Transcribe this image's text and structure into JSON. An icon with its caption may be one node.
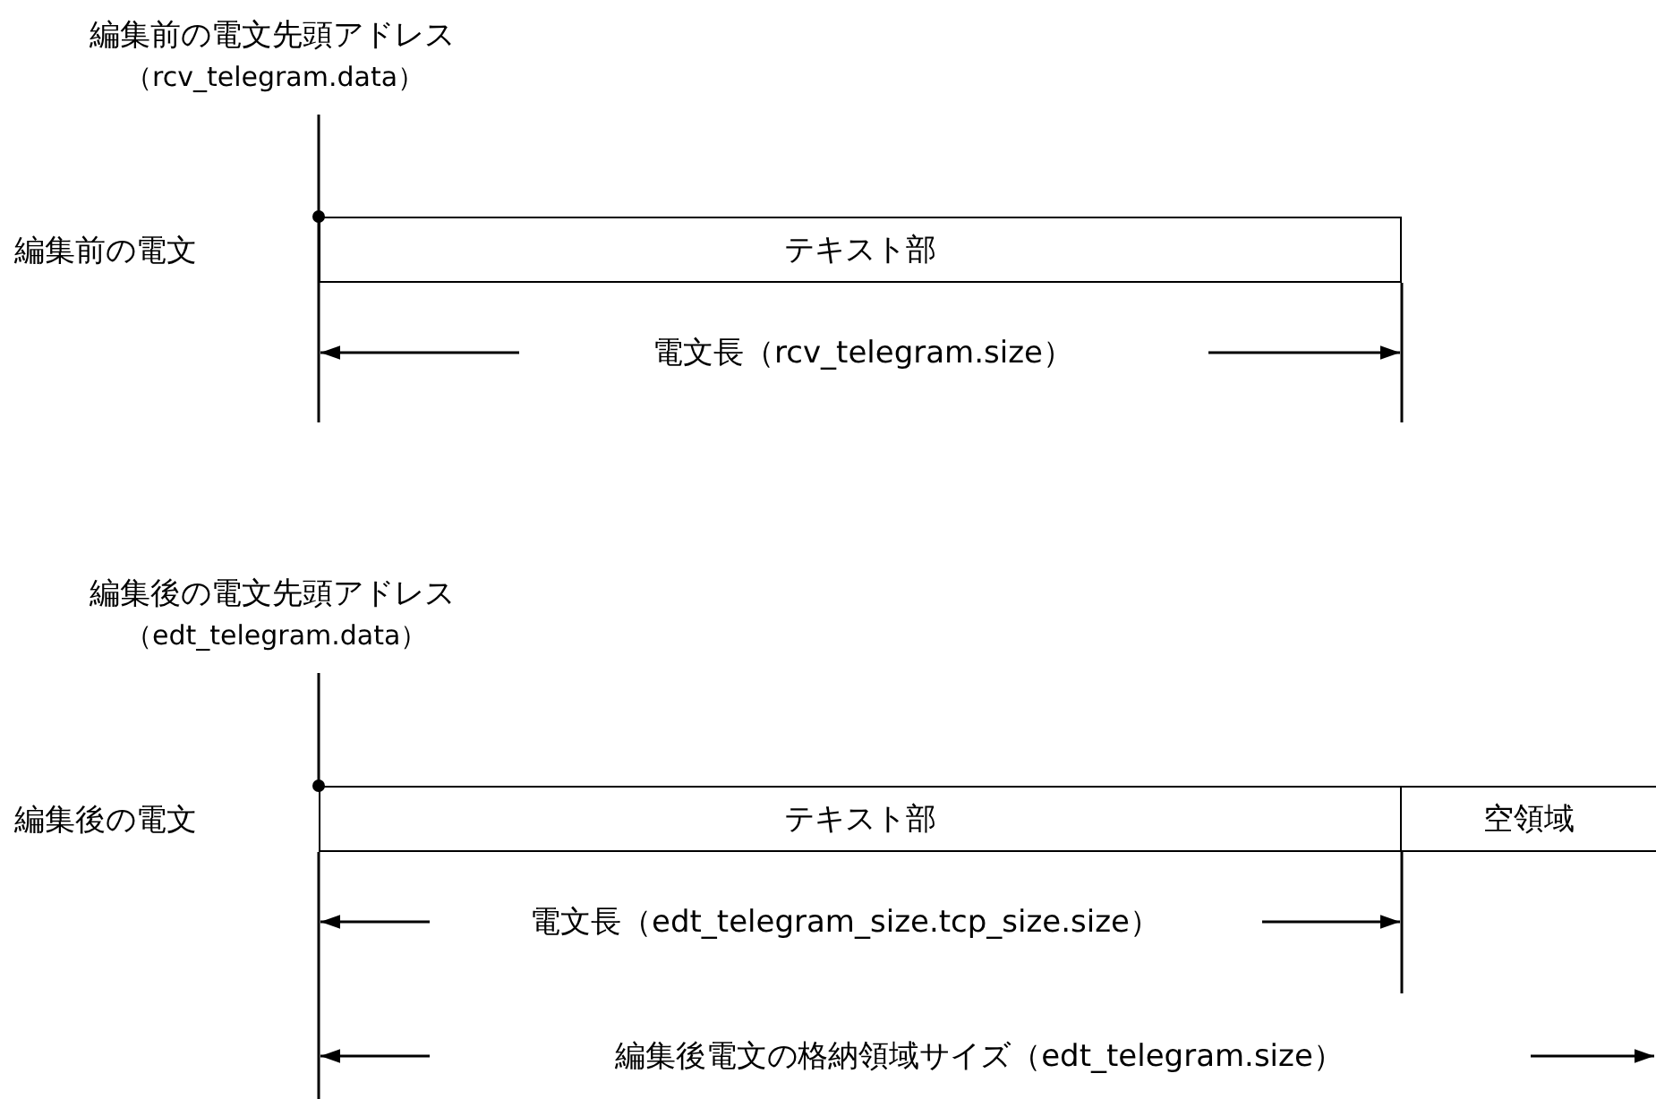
{
  "diagram": {
    "nodes": [
      {
        "text": [
          "編集前の電文先頭アドレス",
          "（rcv_telegram.data）"
        ]
      },
      {
        "text": [
          "テキスト部"
        ]
      },
      {
        "text": [
          "編集後の電文先頭アドレス",
          "（edt_telegram.data）"
        ]
      },
      {
        "text": [
          "テキスト部"
        ]
      },
      {
        "text": [
          "空領域"
        ]
      }
    ],
    "edges": [
      {
        "from": 0,
        "to": 1,
        "arrow": "other"
      },
      {
        "from": 2,
        "to": 3,
        "arrow": "other"
      }
    ],
    "labels": [
      "編集前の電文",
      "電文長（rcv_telegram.size）",
      "編集後の電文",
      "電文長（edt_telegram_size.tcp_size.size）",
      "編集後電文の格納領域サイズ（edt_telegram.size）"
    ]
  }
}
